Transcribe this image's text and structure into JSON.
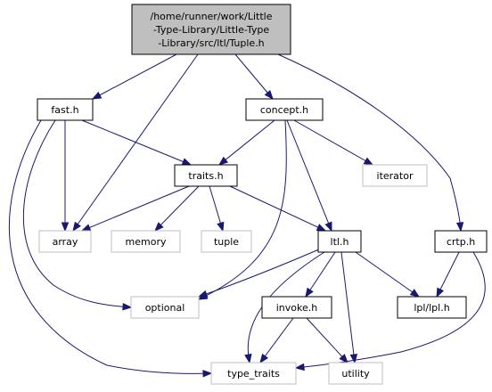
{
  "graph": {
    "colors": {
      "edge": "#191970",
      "main_fill": "#bfbfbf",
      "local_border": "#000000",
      "system_border": "#bfbfbf"
    },
    "nodes": {
      "tuple_h": {
        "lines": [
          "/home/runner/work/Little",
          "-Type-Library/Little-Type",
          "-Library/src/ltl/Tuple.h"
        ],
        "kind": "main"
      },
      "fast_h": {
        "lines": [
          "fast.h"
        ],
        "kind": "local"
      },
      "concept_h": {
        "lines": [
          "concept.h"
        ],
        "kind": "local"
      },
      "traits_h": {
        "lines": [
          "traits.h"
        ],
        "kind": "local"
      },
      "iterator": {
        "lines": [
          "iterator"
        ],
        "kind": "system"
      },
      "array": {
        "lines": [
          "array"
        ],
        "kind": "system"
      },
      "memory": {
        "lines": [
          "memory"
        ],
        "kind": "system"
      },
      "tuple": {
        "lines": [
          "tuple"
        ],
        "kind": "system"
      },
      "ltl_h": {
        "lines": [
          "ltl.h"
        ],
        "kind": "local"
      },
      "crtp_h": {
        "lines": [
          "crtp.h"
        ],
        "kind": "local"
      },
      "optional": {
        "lines": [
          "optional"
        ],
        "kind": "system"
      },
      "invoke_h": {
        "lines": [
          "invoke.h"
        ],
        "kind": "local"
      },
      "lpl_h": {
        "lines": [
          "lpl/lpl.h"
        ],
        "kind": "local"
      },
      "type_traits": {
        "lines": [
          "type_traits"
        ],
        "kind": "system"
      },
      "utility": {
        "lines": [
          "utility"
        ],
        "kind": "system"
      }
    }
  }
}
